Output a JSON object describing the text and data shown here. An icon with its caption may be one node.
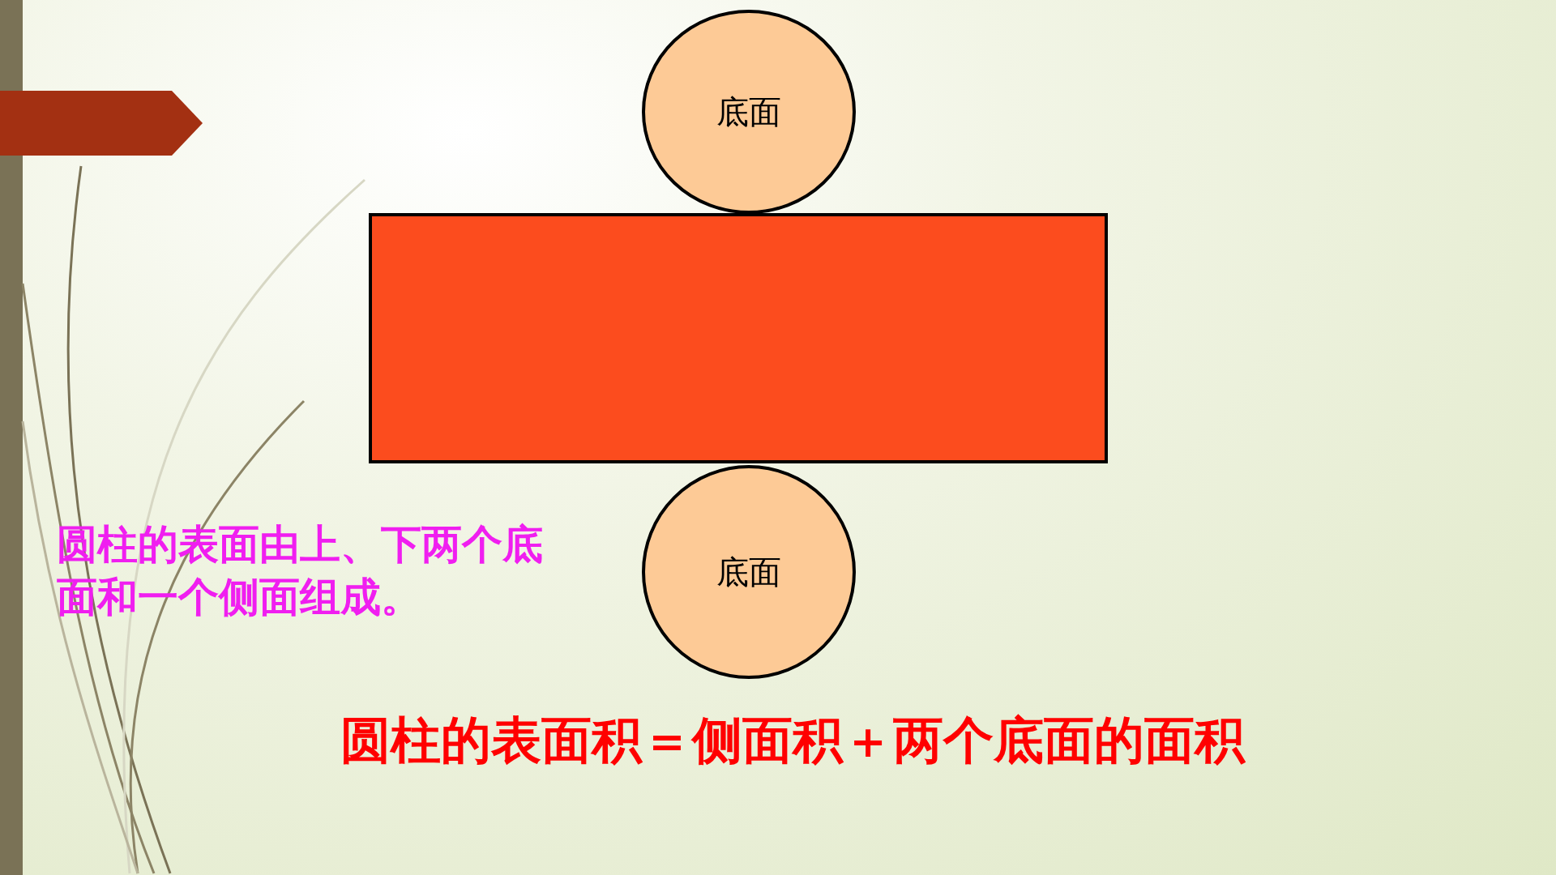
{
  "diagram": {
    "nodes": [
      {
        "text": [
          "底面"
        ]
      },
      {
        "text": [],
        "shape": "box"
      },
      {
        "text": [
          "底面"
        ]
      }
    ],
    "labels": [
      "圆柱的表面由上、下两个底面和一个侧面组成。",
      "圆柱的表面积＝侧面积＋两个底面的面积"
    ]
  }
}
